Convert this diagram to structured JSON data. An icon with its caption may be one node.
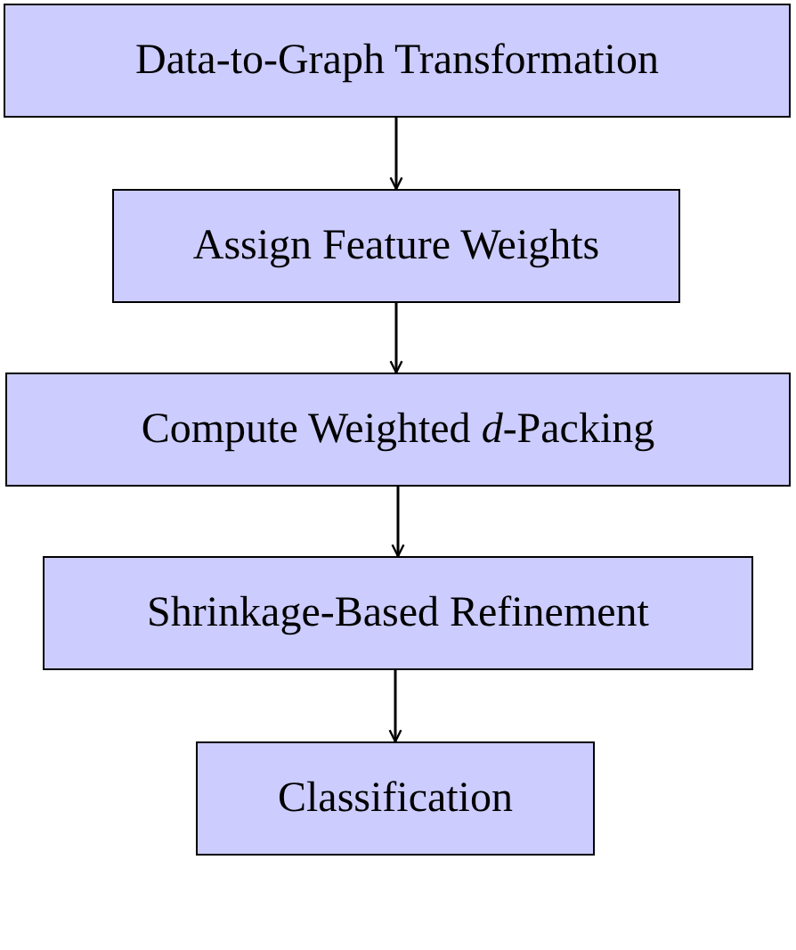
{
  "diagram": {
    "nodes": [
      {
        "text": [
          "Data-to-Graph Transformation"
        ]
      },
      {
        "text": [
          "Assign Feature Weights"
        ]
      },
      {
        "text": [
          "Compute Weighted *d*-Packing"
        ]
      },
      {
        "text": [
          "Shrinkage-Based Refinement"
        ]
      },
      {
        "text": [
          "Classification"
        ]
      }
    ],
    "edges": [
      {
        "from": 0,
        "to": 1,
        "arrow": "to"
      },
      {
        "from": 1,
        "to": 2,
        "arrow": "to"
      },
      {
        "from": 2,
        "to": 3,
        "arrow": "to"
      },
      {
        "from": 3,
        "to": 4,
        "arrow": "to"
      }
    ]
  }
}
